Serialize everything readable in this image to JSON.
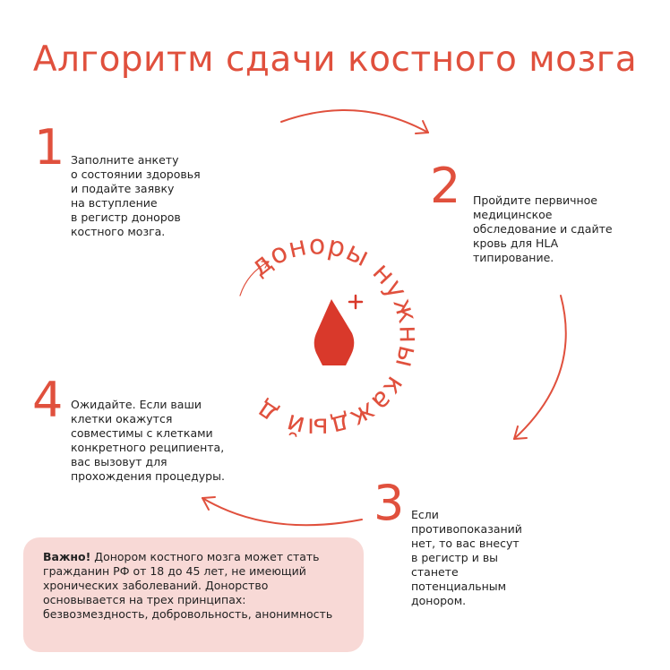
{
  "title": "Алгоритм сдачи костного мозга",
  "steps": [
    {
      "number": "1",
      "text": "Заполните  анкету\nо состоянии здоровья\nи подайте заявку\nна вступление\nв регистр доноров\nкостного мозга."
    },
    {
      "number": "2",
      "text": "Пройдите первичное\nмедицинское\nобследование и сдайте\nкровь для HLA\nтипирование."
    },
    {
      "number": "3",
      "text": "Если\nпротивопоказаний\nнет, то вас внесут\nв регистр и вы\nстанете\nпотенциальным\nдонором."
    },
    {
      "number": "4",
      "text": "Ожидайте. Если ваши\nклетки окажутся\nсовместимы с клетками\nконкретного реципиента,\nвас вызовут для\nпрохождения процедуры."
    }
  ],
  "circle_text": "доноры нужны каждый день",
  "note": {
    "label": "Важно!",
    "text": " Донором костного мозга может стать гражданин РФ от 18 до 45 лет, не имеющий хронических заболеваний.  Донорство основывается на трех принципах: безвозмездность, добровольность, анонимность"
  },
  "colors": {
    "accent": "#e0503d",
    "drop": "#d9392b",
    "note_bg": "#f8d9d6"
  },
  "icons": [
    "blood-drop-plus-icon",
    "arrow-icon"
  ]
}
